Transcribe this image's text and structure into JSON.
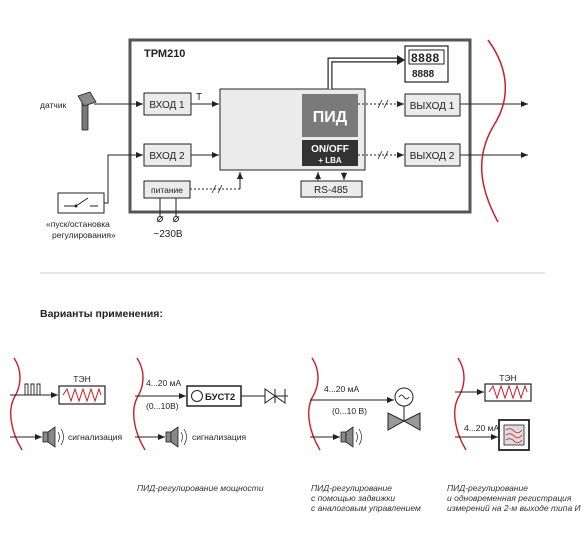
{
  "device": {
    "title": "ТРМ210",
    "input1": "ВХОД 1",
    "input2": "ВХОД 2",
    "t_label": "T",
    "pid": "ПИД",
    "onoff": "ON/OFF",
    "lba": "+ LBA",
    "rs485": "RS-485",
    "power": "питание",
    "output1": "ВЫХОД 1",
    "output2": "ВЫХОД 2",
    "display_top": "8888",
    "display_bottom": "8888"
  },
  "external": {
    "sensor": "датчик",
    "switch_line1": "«пуск/остановка",
    "switch_line2": "регулирования»",
    "mains": "~230В"
  },
  "section_title": "Варианты применения:",
  "variants": [
    {
      "heater": "ТЭН",
      "alarm": "сигнализация"
    },
    {
      "range": "4...20 мА",
      "range2": "(0...10В)",
      "device": "БУСТ2",
      "alarm": "сигнализация",
      "caption": "ПИД-регулирование мощности"
    },
    {
      "range": "4...20 мА",
      "range2": "(0...10 В)",
      "caption_lines": [
        "ПИД-регулирование",
        "с помощью задвижки",
        "с аналоговым управлением"
      ]
    },
    {
      "heater": "ТЭН",
      "range": "4...20 мА",
      "caption_lines": [
        "ПИД-регулирование",
        "и одновременная регистрация",
        "измерений на 2-м выходе типа И"
      ]
    }
  ],
  "colors": {
    "line": "#222222",
    "pid_bg": "#7a7a7a",
    "onoff_bg": "#333333",
    "block_bg": "#ebebeb",
    "frame": "#555555",
    "red": "#d01b2a"
  }
}
